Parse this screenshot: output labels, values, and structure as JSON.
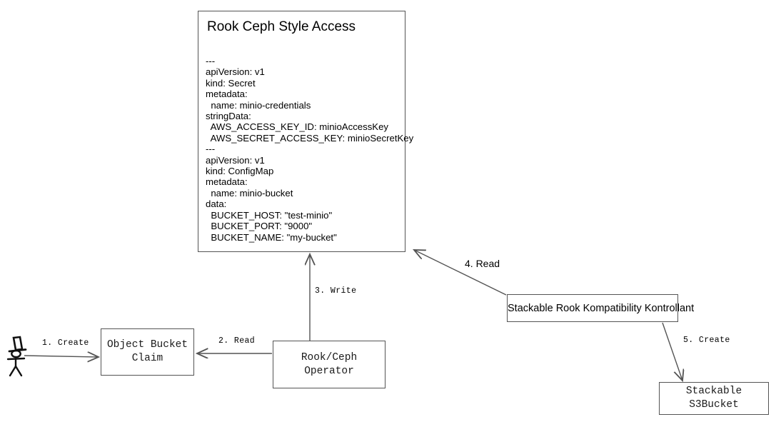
{
  "diagram": {
    "title": "Rook Ceph Style Access flow",
    "background_color": "#ffffff",
    "stroke_color": "#545454",
    "text_color": "#000000"
  },
  "yaml_card": {
    "title": "Rook Ceph Style Access",
    "body": "---\napiVersion: v1\nkind: Secret\nmetadata:\n  name: minio-credentials\nstringData:\n  AWS_ACCESS_KEY_ID: minioAccessKey\n  AWS_SECRET_ACCESS_KEY: minioSecretKey\n---\napiVersion: v1\nkind: ConfigMap\nmetadata:\n  name: minio-bucket\ndata:\n  BUCKET_HOST: \"test-minio\"\n  BUCKET_PORT: \"9000\"\n  BUCKET_NAME: \"my-bucket\""
  },
  "nodes": {
    "actor": "user-stick-figure",
    "object_bucket_claim": "Object Bucket\nClaim",
    "rook_ceph_operator": "Rook/Ceph Operator",
    "stackable_controller": "Stackable Rook Kompatibility Kontrollant",
    "stackable_s3bucket": "Stackable S3Bucket"
  },
  "edges": {
    "create1": "1. Create",
    "read2": "2. Read",
    "write3": "3. Write",
    "read4": "4. Read",
    "create5": "5. Create"
  }
}
